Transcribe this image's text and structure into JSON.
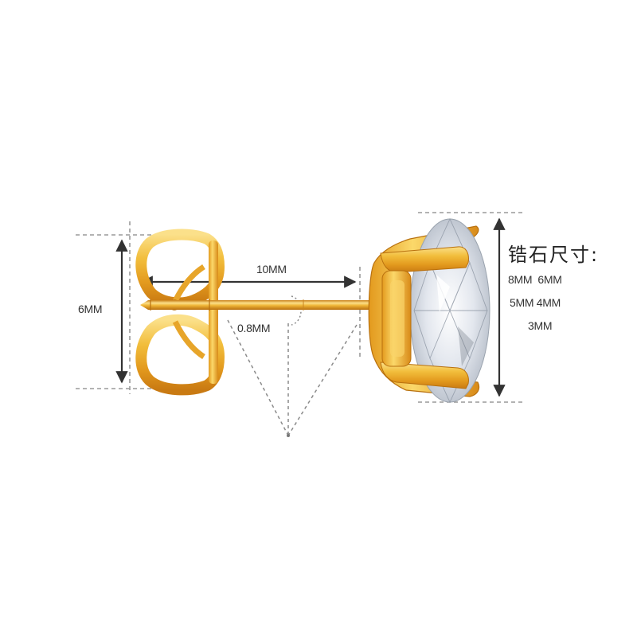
{
  "diagram": {
    "subject": "gold stud earring with round crystal, butterfly back",
    "labels": {
      "height_left": "6MM",
      "pin_length": "10MM",
      "pin_diameter": "0.8MM"
    },
    "stone_sizes": {
      "title": "锆石尺寸:",
      "rows": [
        "8MM  6MM",
        "5MM 4MM",
        "3MM"
      ]
    },
    "colors": {
      "gold_light": "#F7D26A",
      "gold_mid": "#E8A82A",
      "gold_dark": "#B8700E",
      "crystal": "#E6EAF0",
      "arrow": "#333333",
      "dash": "#999999",
      "background": "#FFFFFF"
    }
  }
}
